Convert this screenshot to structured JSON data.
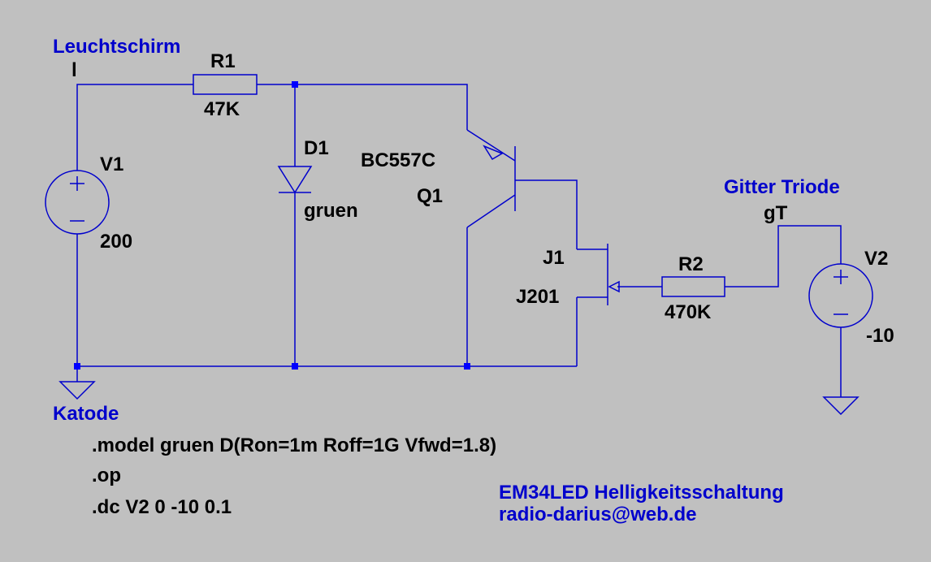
{
  "colors": {
    "background": "#c0c0c0",
    "wire": "#0000cc",
    "net_label": "#0000cc",
    "text": "#000000"
  },
  "nets": {
    "leuchtschirm": "Leuchtschirm",
    "leuchtschirm_port": "l",
    "gitter_triode": "Gitter Triode",
    "gitter_port": "gT",
    "katode": "Katode"
  },
  "components": {
    "r1": {
      "name": "R1",
      "value": "47K"
    },
    "r2": {
      "name": "R2",
      "value": "470K"
    },
    "d1": {
      "name": "D1",
      "value": "gruen"
    },
    "q1": {
      "name": "Q1",
      "value": "BC557C"
    },
    "j1": {
      "name": "J1",
      "value": "J201"
    },
    "v1": {
      "name": "V1",
      "value": "200"
    },
    "v2": {
      "name": "V2",
      "value": "-10"
    }
  },
  "directives": [
    ".model gruen D(Ron=1m Roff=1G Vfwd=1.8)",
    ".op",
    ".dc V2 0 -10 0.1"
  ],
  "notes": {
    "title": "EM34LED Helligkeitsschaltung",
    "email": "radio-darius@web.de"
  }
}
